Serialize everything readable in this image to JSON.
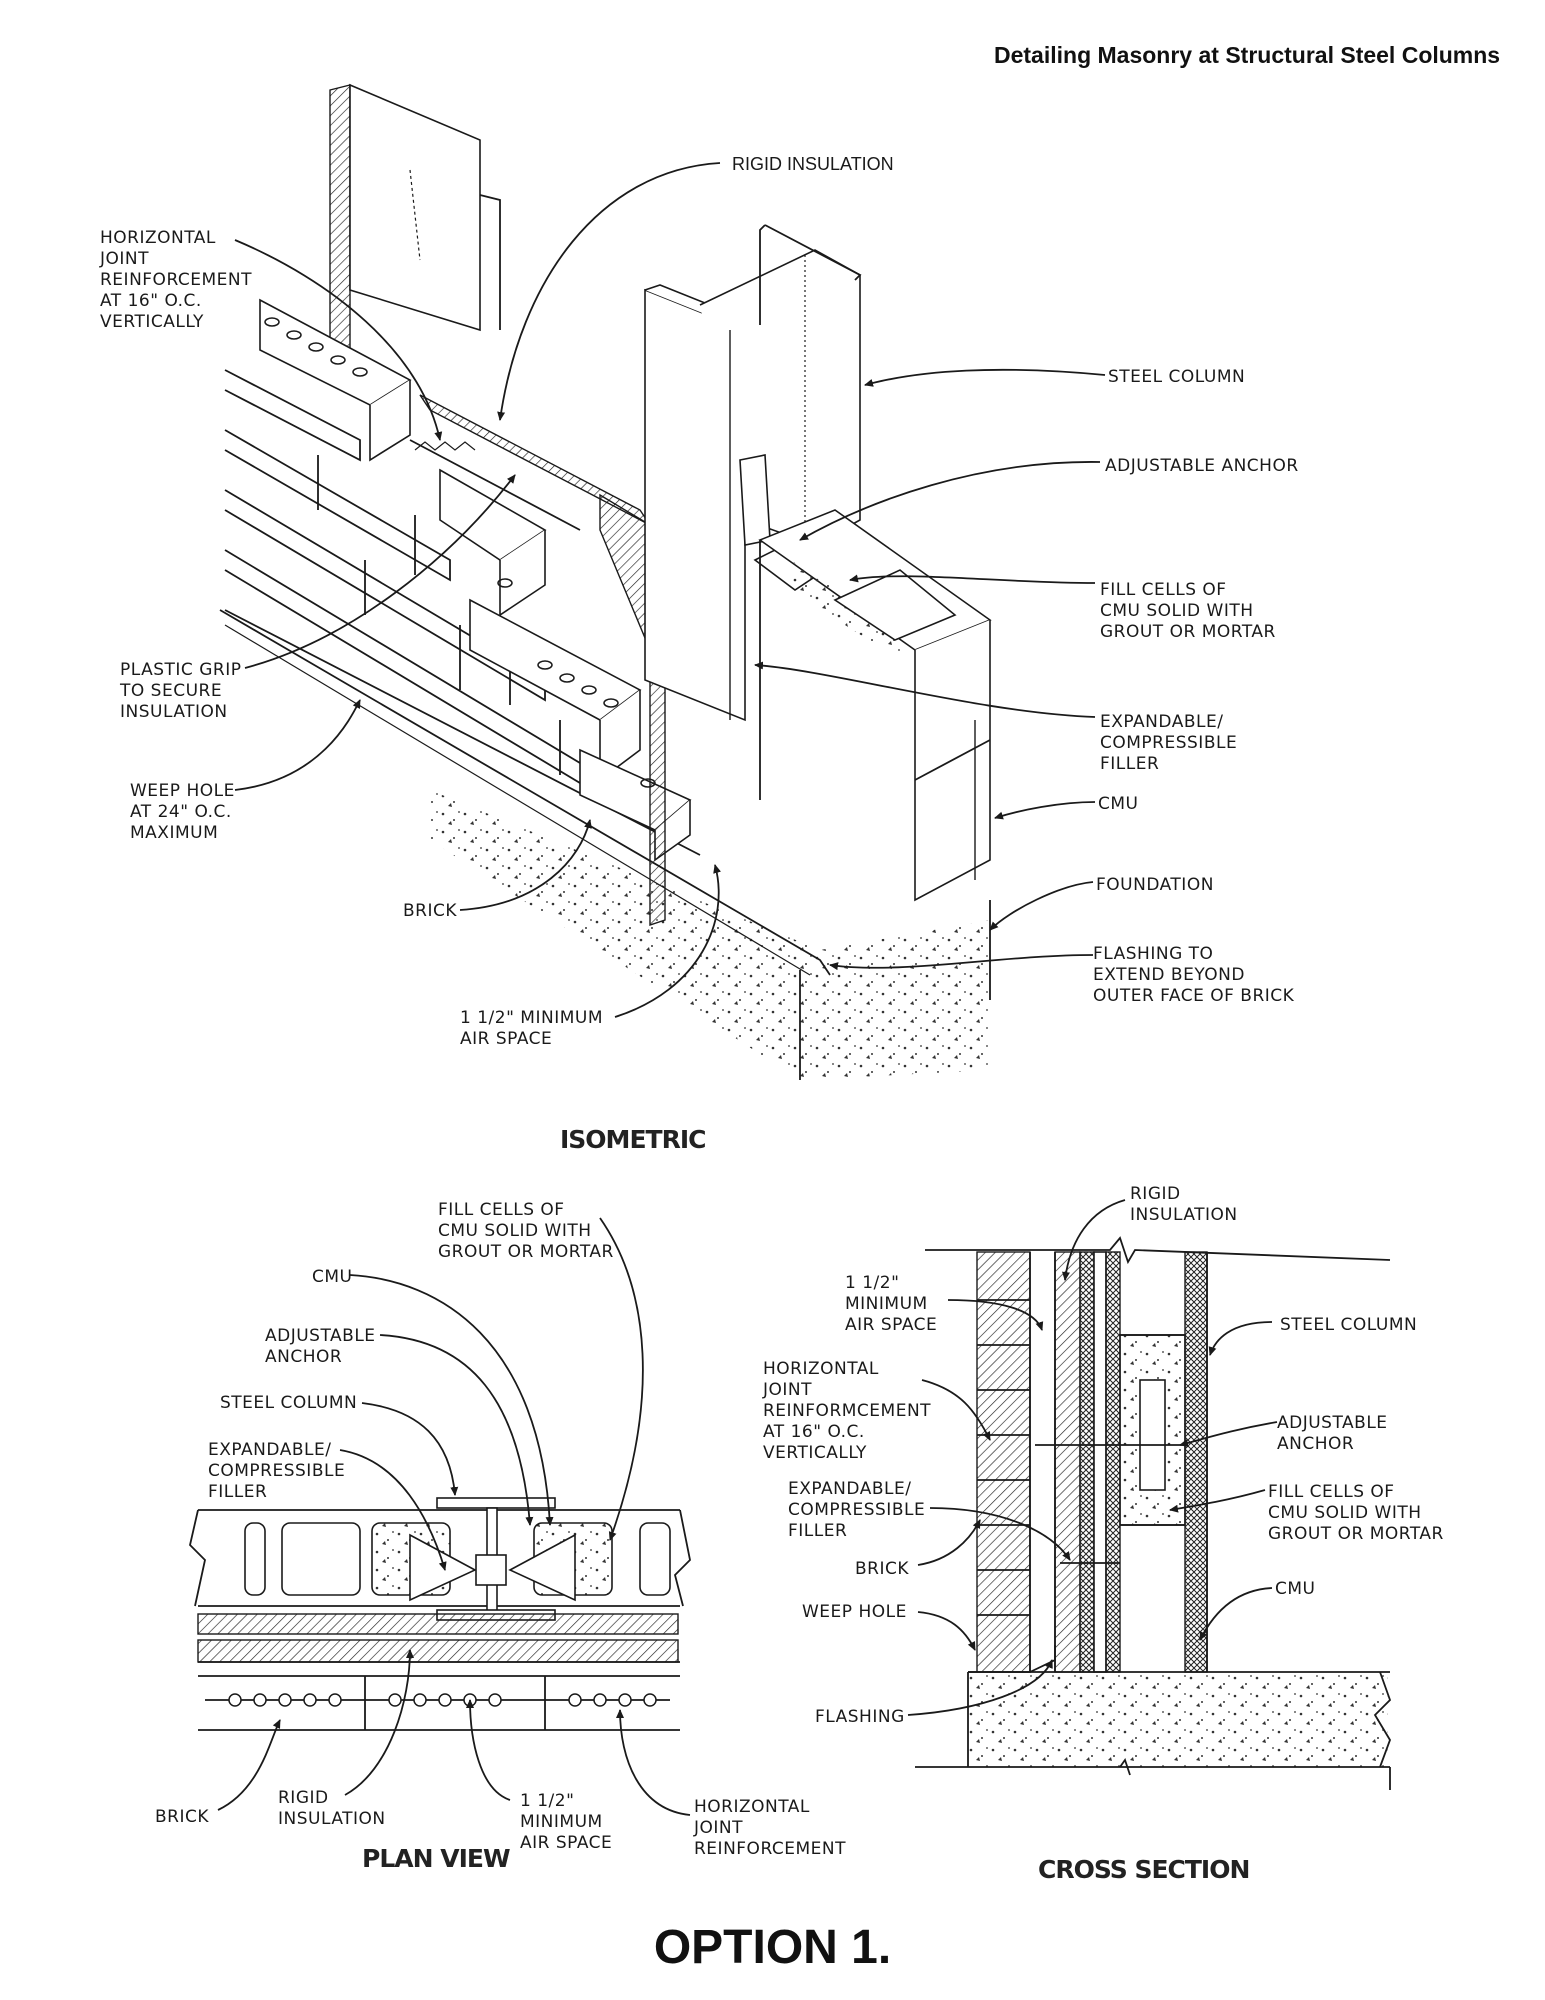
{
  "page_title": "Detailing Masonry at Structural Steel Columns",
  "option_label": "OPTION 1.",
  "isometric": {
    "heading": "ISOMETRIC",
    "labels": {
      "rigid_insulation": "RIGID INSULATION",
      "hjr_1": "HORIZONTAL",
      "hjr_2": "JOINT",
      "hjr_3": "REINFORCEMENT",
      "hjr_4": "AT 16\" O.C.",
      "hjr_5": "VERTICALLY",
      "steel_column": "STEEL COLUMN",
      "adjustable_anchor": "ADJUSTABLE ANCHOR",
      "fill_1": "FILL CELLS OF",
      "fill_2": "CMU SOLID WITH",
      "fill_3": "GROUT OR MORTAR",
      "plastic_1": "PLASTIC GRIP",
      "plastic_2": "TO SECURE",
      "plastic_3": "INSULATION",
      "exp_1": "EXPANDABLE/",
      "exp_2": "COMPRESSIBLE",
      "exp_3": "FILLER",
      "cmu": "CMU",
      "weep_1": "WEEP HOLE",
      "weep_2": "AT 24\" O.C.",
      "weep_3": "MAXIMUM",
      "foundation": "FOUNDATION",
      "brick": "BRICK",
      "flash_1": "FLASHING TO",
      "flash_2": "EXTEND BEYOND",
      "flash_3": "OUTER FACE OF BRICK",
      "air_1": "1 1/2\" MINIMUM",
      "air_2": "AIR SPACE"
    }
  },
  "plan_view": {
    "heading": "PLAN VIEW",
    "labels": {
      "fill_1": "FILL CELLS OF",
      "fill_2": "CMU SOLID WITH",
      "fill_3": "GROUT OR MORTAR",
      "cmu": "CMU",
      "anchor_1": "ADJUSTABLE",
      "anchor_2": "ANCHOR",
      "steel_column": "STEEL COLUMN",
      "exp_1": "EXPANDABLE/",
      "exp_2": "COMPRESSIBLE",
      "exp_3": "FILLER",
      "brick": "BRICK",
      "rigid_1": "RIGID",
      "rigid_2": "INSULATION",
      "air_1": "1 1/2\"",
      "air_2": "MINIMUM",
      "air_3": "AIR SPACE",
      "hjr_1": "HORIZONTAL",
      "hjr_2": "JOINT",
      "hjr_3": "REINFORCEMENT"
    }
  },
  "cross_section": {
    "heading": "CROSS SECTION",
    "labels": {
      "rigid_1": "RIGID",
      "rigid_2": "INSULATION",
      "air_1": "1 1/2\"",
      "air_2": "MINIMUM",
      "air_3": "AIR SPACE",
      "steel_column": "STEEL COLUMN",
      "hjr_1": "HORIZONTAL",
      "hjr_2": "JOINT",
      "hjr_3": "REINFORMCEMENT",
      "hjr_4": "AT 16\" O.C.",
      "hjr_5": "VERTICALLY",
      "anchor_1": "ADJUSTABLE",
      "anchor_2": "ANCHOR",
      "exp_1": "EXPANDABLE/",
      "exp_2": "COMPRESSIBLE",
      "exp_3": "FILLER",
      "fill_1": "FILL CELLS OF",
      "fill_2": "CMU SOLID WITH",
      "fill_3": "GROUT OR MORTAR",
      "brick": "BRICK",
      "cmu": "CMU",
      "weep": "WEEP HOLE",
      "flashing": "FLASHING"
    }
  }
}
